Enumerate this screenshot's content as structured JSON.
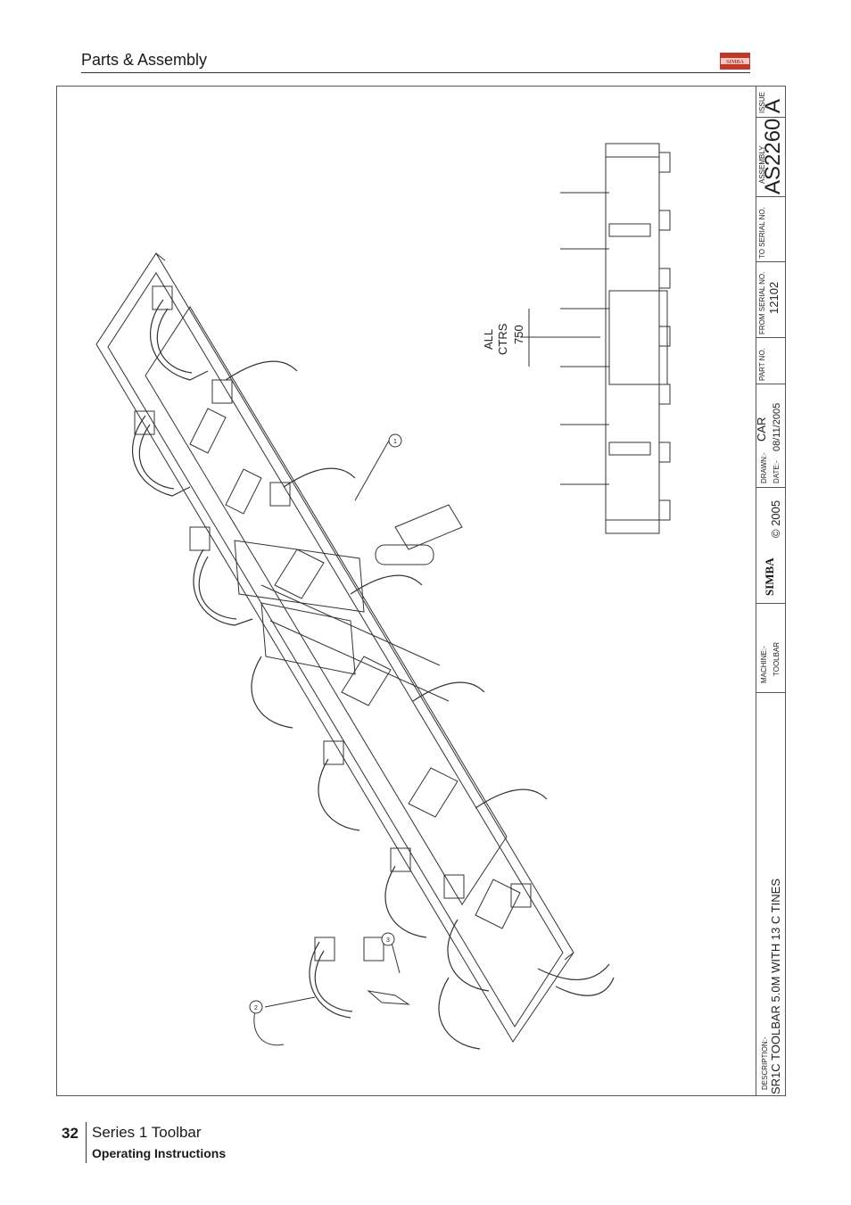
{
  "header": {
    "title": "Parts & Assembly",
    "logo_text": "SIMBA",
    "logo_color": "#c0392b"
  },
  "footer": {
    "page_number": "32",
    "series": "Series 1 Toolbar",
    "subtitle": "Operating Instructions"
  },
  "drawing": {
    "dimension": {
      "line1": "ALL",
      "line2": "CTRS",
      "line3": "750"
    },
    "callouts": [
      "1",
      "2",
      "3"
    ]
  },
  "title_block": {
    "issue_label": "ISSUE",
    "issue": "A",
    "assembly_label": "ASSEMBLY",
    "assembly": "AS2260",
    "to_serial_label": "TO SERIAL NO.",
    "to_serial": "",
    "from_serial_label": "FROM SERIAL NO.",
    "from_serial": "12102",
    "part_no_label": "PART NO.",
    "part_no": "",
    "drawn_label": "DRAWN:-",
    "drawn": "CAR",
    "date_label": "DATE:-",
    "date": "08/11/2005",
    "brand": "SIMBA",
    "copyright": "© 2005",
    "machine_label": "MACHINE:-",
    "machine": "TOOLBAR",
    "description_label": "DESCRIPTION:-",
    "description": "SR1C TOOLBAR 5.0M WITH 13 C TINES"
  }
}
